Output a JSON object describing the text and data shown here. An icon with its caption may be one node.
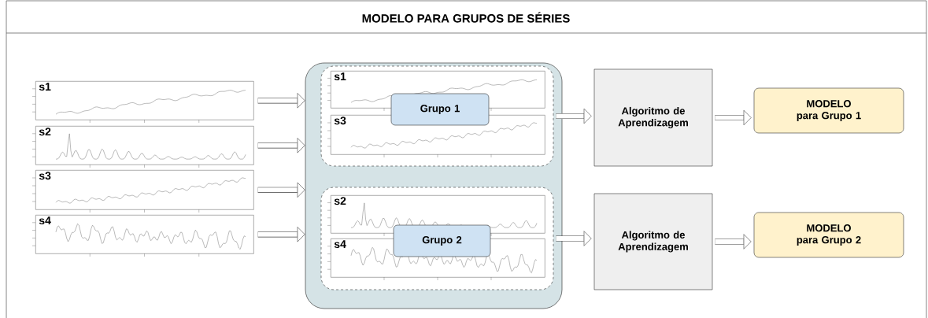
{
  "diagram": {
    "title": "MODELO PARA GRUPOS DE SÉRIES",
    "nodes": [
      {
        "text": [
          "s1"
        ]
      },
      {
        "text": [
          "s2"
        ]
      },
      {
        "text": [
          "s3"
        ]
      },
      {
        "text": [
          "s4"
        ]
      },
      {
        "text": [],
        "shape": "box"
      },
      {
        "text": [],
        "shape": "box",
        "in": 4
      },
      {
        "text": [
          "s1"
        ],
        "in": 5
      },
      {
        "text": [
          "s3"
        ],
        "in": 5
      },
      {
        "text": [
          "Grupo 1"
        ],
        "in": 5
      },
      {
        "text": [],
        "shape": "box",
        "in": 4
      },
      {
        "text": [
          "s2"
        ],
        "in": 9
      },
      {
        "text": [
          "s4"
        ],
        "in": 9
      },
      {
        "text": [
          "Grupo 2"
        ],
        "in": 9
      },
      {
        "text": [
          "Algoritmo de Aprendizagem"
        ]
      },
      {
        "text": [
          "MODELO para Grupo 1"
        ]
      },
      {
        "text": [
          "Algoritmo de Aprendizagem"
        ]
      },
      {
        "text": [
          "MODELO para Grupo 2"
        ]
      }
    ],
    "edges": [
      {
        "from": 0,
        "to": 4,
        "arrow": "to"
      },
      {
        "from": 1,
        "to": 4,
        "arrow": "to"
      },
      {
        "from": 2,
        "to": 4,
        "arrow": "to"
      },
      {
        "from": 3,
        "to": 4,
        "arrow": "to"
      },
      {
        "from": 5,
        "to": 13,
        "arrow": "to"
      },
      {
        "from": 13,
        "to": 14,
        "arrow": "to"
      },
      {
        "from": 9,
        "to": 15,
        "arrow": "to"
      },
      {
        "from": 15,
        "to": 16,
        "arrow": "to"
      }
    ]
  }
}
